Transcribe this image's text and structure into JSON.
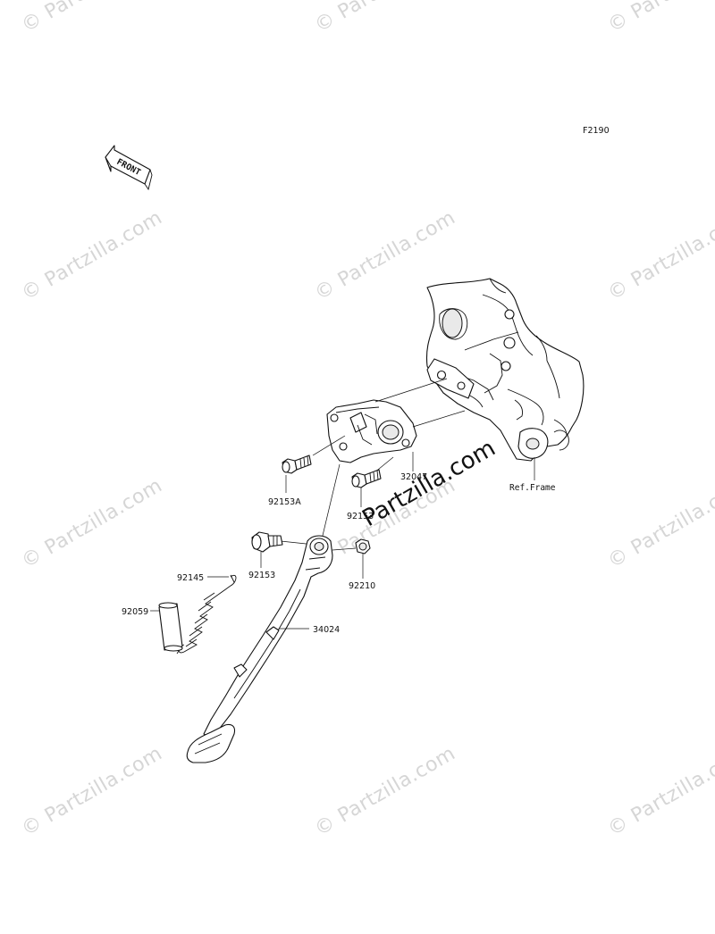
{
  "diagram_code": "F2190",
  "front_marker": "FRONT",
  "watermark_text": "© Partzilla.com",
  "center_watermark": "Partzilla.com",
  "parts": {
    "p32047": "32047",
    "p92153A": "92153A",
    "p92153_upper": "92153",
    "p92153": "92153",
    "p92210": "92210",
    "p92145": "92145",
    "p92059": "92059",
    "p34024": "34024",
    "ref_frame": "Ref.Frame"
  },
  "colors": {
    "line": "#111111",
    "watermark": "#d6d6d6"
  }
}
